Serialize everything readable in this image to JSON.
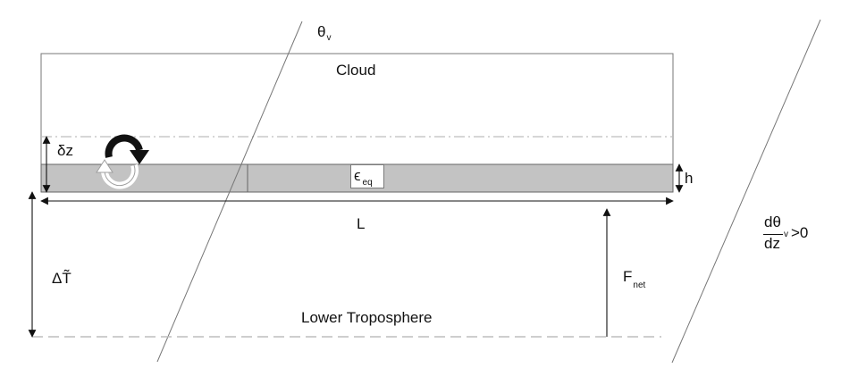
{
  "labels": {
    "theta": "θ",
    "theta_sub": "v",
    "cloud": "Cloud",
    "delta_z": "δz",
    "epsilon": "ϵ",
    "epsilon_sub": "eq",
    "h": "h",
    "length": "L",
    "delta_t": "ΔT̃",
    "f": "F",
    "f_sub": "net",
    "lower_troposphere": "Lower Troposphere",
    "gradient_num": "dθ",
    "gradient_num_sub": "v",
    "gradient_den": "dz",
    "gradient_rel": ">0"
  },
  "colors": {
    "line": "#111111",
    "thin_line": "#777777",
    "dashed_line": "#bdbdbd",
    "layer_fill": "#c3c3c3",
    "arrow_light": "#ffffff",
    "arrow_dark": "#111111"
  }
}
